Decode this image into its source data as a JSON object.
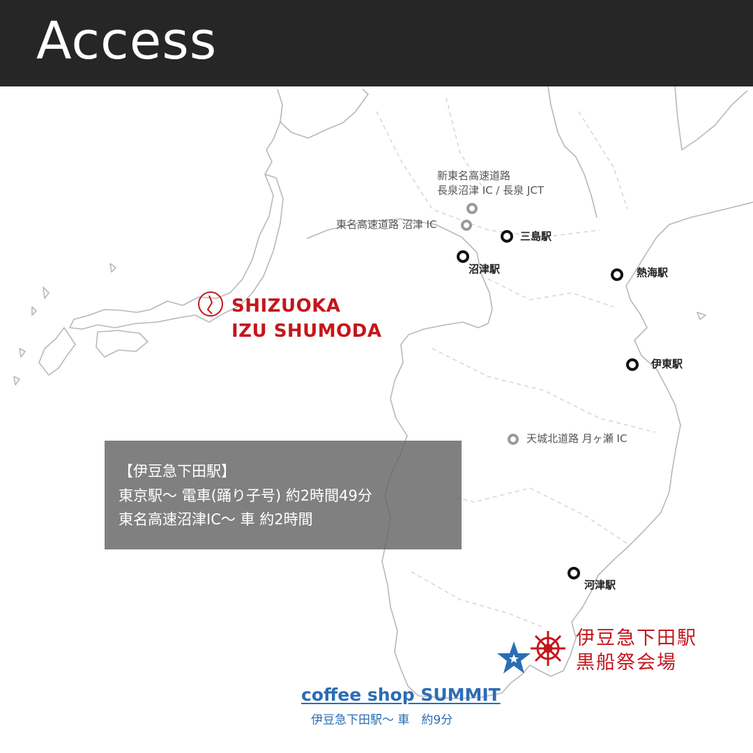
{
  "header": {
    "title": "Access"
  },
  "region": {
    "line1": "SHIZUOKA",
    "line2": "IZU SHUMODA"
  },
  "highways": {
    "shin_tomei_line1": "新東名高速道路",
    "shin_tomei_line2": "長泉沼津 IC / 長泉 JCT",
    "tomei": "東名高速道路 沼津 IC",
    "amagi": "天城北道路 月ヶ瀬 IC"
  },
  "stations": {
    "mishima": "三島駅",
    "numazu": "沼津駅",
    "atami": "熱海駅",
    "ito": "伊東駅",
    "kawazu": "河津駅"
  },
  "event": {
    "line1": "伊豆急下田駅",
    "line2": "黒船祭会場"
  },
  "info_box": {
    "title": "【伊豆急下田駅】",
    "line1": "東京駅～ 電車(踊り子号) 約2時間49分",
    "line2": "東名高速沼津IC～ 車 約2時間"
  },
  "shop": {
    "name": "coffee shop SUMMIT",
    "access": "伊豆急下田駅～ 車　約9分"
  },
  "icons": {
    "station": "station-marker-icon",
    "ic": "interchange-marker-icon",
    "ship_wheel": "ship-wheel-icon",
    "star": "star-icon"
  },
  "colors": {
    "header_bg": "#262626",
    "accent_red": "#c3161c",
    "shop_blue": "#2a6db5",
    "map_line": "#b5b5b5"
  }
}
